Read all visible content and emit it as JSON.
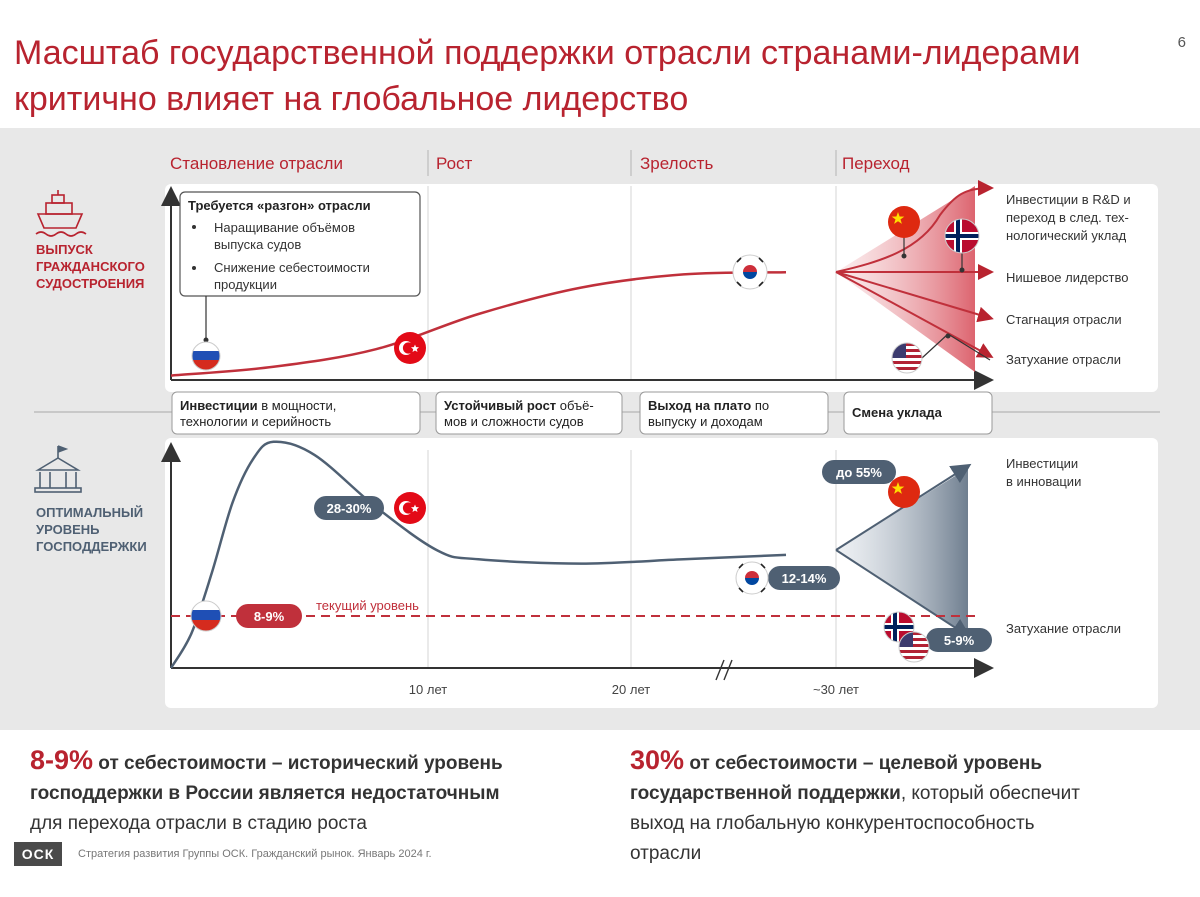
{
  "title": "Масштаб государственной поддержки отрасли странами-лидерами критично влияет на глобальное лидерство",
  "page_number": "6",
  "colors": {
    "accent": "#b8232f",
    "accent_fill": "#e0808a",
    "slate": "#4f6073",
    "grid": "#cfcfcf"
  },
  "phases": [
    {
      "label": "Становление отрасли",
      "note_bold": "Инвестиции",
      "note_rest": " в мощности,",
      "note_line2": "технологии и серийность"
    },
    {
      "label": "Рост",
      "note_bold": "Устойчивый рост",
      "note_rest": " объё-",
      "note_line2": "мов и сложности судов"
    },
    {
      "label": "Зрелость",
      "note_bold": "Выход на плато",
      "note_rest": " по",
      "note_line2": "выпуску и доходам"
    },
    {
      "label": "Переход",
      "note_bold": "Смена уклада",
      "note_rest": "",
      "note_line2": ""
    }
  ],
  "top_panel": {
    "side_label": [
      "ВЫПУСК",
      "ГРАЖДАНСКОГО",
      "СУДОСТРОЕНИЯ"
    ],
    "callout_title": "Требуется «разгон» отрасли",
    "callout_items": [
      [
        "Наращивание объёмов",
        "выпуска судов"
      ],
      [
        "Снижение себестоимости",
        "продукции"
      ]
    ],
    "outcomes": [
      [
        "Инвестиции в R&D и",
        "переход в след. тех-",
        "нологический уклад"
      ],
      [
        "Нишевое лидерство"
      ],
      [
        "Стагнация отрасли"
      ],
      [
        "Затухание отрасли"
      ]
    ],
    "icon": "ship-icon"
  },
  "bottom_panel": {
    "side_label": [
      "ОПТИМАЛЬНЫЙ",
      "УРОВЕНЬ",
      "ГОСПОДДЕРЖКИ"
    ],
    "current_level_label": "текущий уровень",
    "outcomes": [
      [
        "Инвестиции",
        "в инновации"
      ],
      [
        "Затухание отрасли"
      ]
    ],
    "x_ticks": [
      "10 лет",
      "20 лет",
      "~30 лет"
    ],
    "icon": "government-building-icon"
  },
  "chart_data": [
    {
      "type": "line",
      "title": "ВЫПУСК ГРАЖДАНСКОГО СУДОСТРОЕНИЯ",
      "series": [
        {
          "points": [
            [
              0,
              2
            ],
            [
              5,
              6
            ],
            [
              10,
              14
            ],
            [
              15,
              30
            ],
            [
              20,
              42
            ],
            [
              25,
              48
            ],
            [
              30,
              49
            ]
          ]
        }
      ],
      "branches": [
        {
          "outcome": "Инвестиции в R&D и переход в след. технологический уклад",
          "end": [
            37,
            95
          ]
        },
        {
          "outcome": "Нишевое лидерство",
          "end": [
            37,
            50
          ]
        },
        {
          "outcome": "Стагнация отрасли",
          "end": [
            37,
            30
          ]
        },
        {
          "outcome": "Затухание отрасли",
          "end": [
            37,
            10
          ]
        }
      ],
      "markers": [
        {
          "country": "Россия",
          "x": 1.5,
          "y": 9
        },
        {
          "country": "Турция",
          "x": 9.3,
          "y": 14
        },
        {
          "country": "Южная Корея",
          "x": 22.5,
          "y": 48
        },
        {
          "country": "Китай",
          "x": 31.5,
          "y": 73
        },
        {
          "country": "Норвегия",
          "x": 34.5,
          "y": 61
        },
        {
          "country": "США",
          "x": 34.3,
          "y": 9
        }
      ]
    },
    {
      "type": "line",
      "title": "ОПТИМАЛЬНЫЙ УРОВЕНЬ ГОСПОДДЕРЖКИ",
      "x_ticks": [
        10,
        20,
        30
      ],
      "series": [
        {
          "points": [
            [
              0,
              0
            ],
            [
              1,
              8
            ],
            [
              2,
              22
            ],
            [
              3,
              38
            ],
            [
              4,
              48
            ],
            [
              5,
              52
            ],
            [
              7,
              49
            ],
            [
              10,
              37
            ],
            [
              13,
              27
            ],
            [
              15,
              25
            ],
            [
              20,
              24
            ],
            [
              25,
              25
            ],
            [
              30,
              26
            ]
          ]
        }
      ],
      "current_level": {
        "label": "текущий уровень",
        "value": "8-9%",
        "y": 8.5
      },
      "branches": [
        {
          "outcome": "Инвестиции в инновации",
          "end_value": "до 55%",
          "end": [
            37,
            55
          ]
        },
        {
          "outcome": "Затухание отрасли",
          "end_value": "5-9%",
          "end": [
            37,
            5
          ]
        }
      ],
      "value_labels": [
        {
          "text": "28-30%",
          "country": "Турция",
          "x": 10,
          "y": 29
        },
        {
          "text": "12-14%",
          "country": "Южная Корея",
          "x": 22.5,
          "y": 13
        },
        {
          "text": "до 55%",
          "country": "Китай",
          "x": 32.2,
          "y": 48
        },
        {
          "text": "5-9%",
          "country": "США / Норвегия",
          "x": 34.2,
          "y": 7
        }
      ]
    }
  ],
  "footer": {
    "left": {
      "big": "8-9%",
      "bold1": " от себестоимости – исторический уровень",
      "bold2": "господдержки в России является недостаточным",
      "plain": "для перехода отрасли в стадию роста"
    },
    "right": {
      "big": "30%",
      "bold1": " от себестоимости – целевой уровень",
      "bold2": "государственной поддержки",
      "plain2": ", который обеспечит",
      "plain3": "выход на глобальную конкурентоспособность",
      "plain4": "отрасли"
    },
    "logo": "ОСК",
    "source": "Стратегия развития Группы ОСК. Гражданский рынок. Январь 2024 г."
  }
}
